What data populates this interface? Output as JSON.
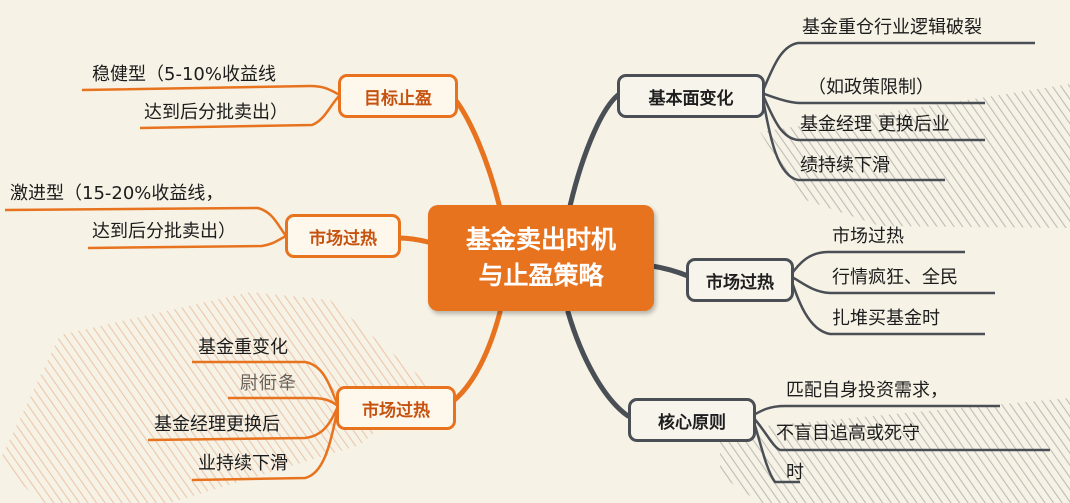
{
  "center": {
    "line1": "基金卖出时机",
    "line2": "与止盈策略"
  },
  "left_branches": [
    {
      "label": "目标止盈",
      "leaves": [
        "稳健型（5-10%收益线",
        "达到后分批卖出）"
      ]
    },
    {
      "label": "市场过热",
      "leaves": [
        "激进型（15-20%收益线，",
        "达到后分批卖出）"
      ]
    },
    {
      "label": "市场过热",
      "leaves": [
        "基金重变化",
        "尉衐夅",
        "基金经理更换后",
        "业持续下滑"
      ]
    }
  ],
  "right_branches": [
    {
      "label": "基本面变化",
      "leaves": [
        "基金重仓行业逻辑破裂",
        "（如政策限制）",
        "基金经理  更换后业",
        "绩持续下滑"
      ]
    },
    {
      "label": "市场过热",
      "leaves": [
        "市场过热",
        "行情疯狂、全民",
        "扎堆买基金时"
      ]
    },
    {
      "label": "核心原则",
      "leaves": [
        "匹配自身投资需求，",
        "不盲目追高或死守",
        "时"
      ]
    }
  ],
  "colors": {
    "background": "#f6f2e6",
    "orange": "#e8731f",
    "dark_orange_text": "#c6520f",
    "gray_line": "#4a4f55",
    "hatch_gray": "#9c9c9c",
    "hatch_orange": "#e0a277"
  }
}
